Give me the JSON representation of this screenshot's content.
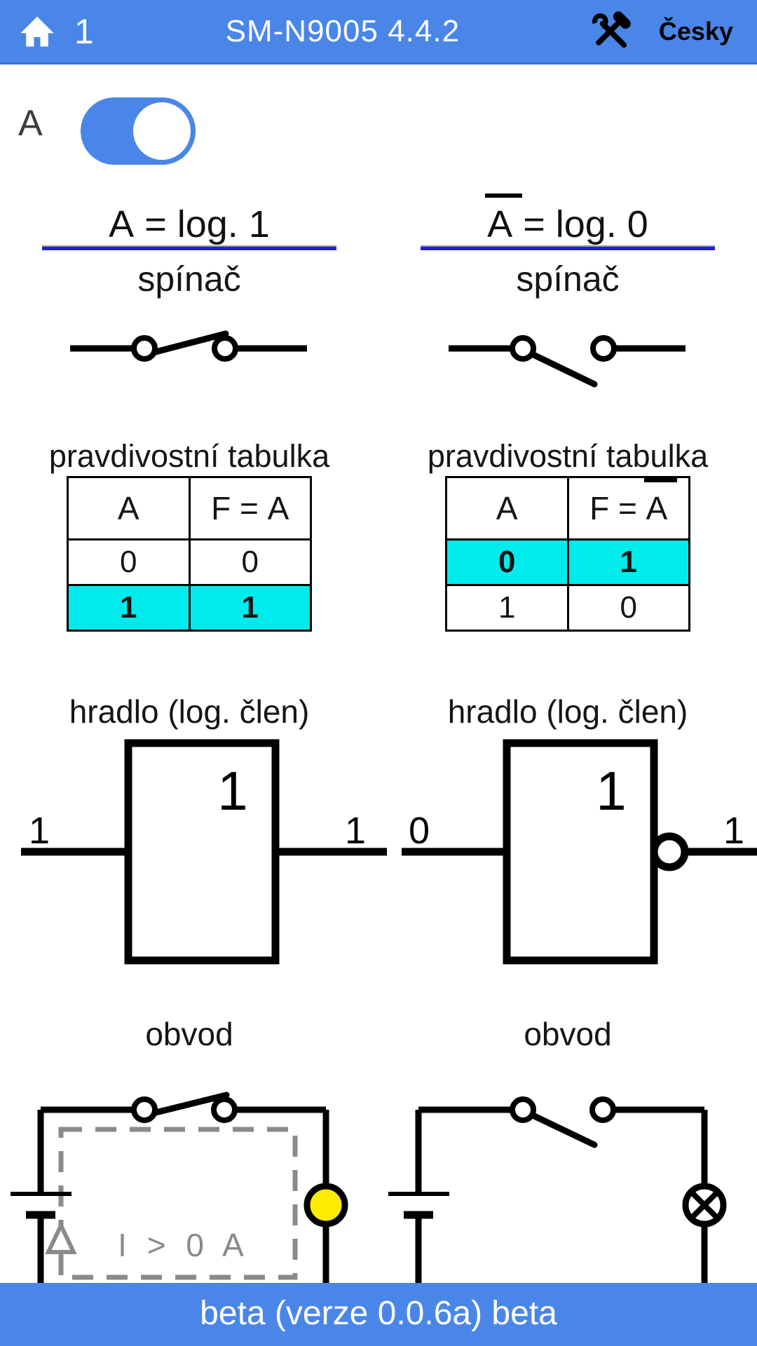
{
  "header": {
    "nav_count": "1",
    "title": "SM-N9005 4.4.2",
    "language_label": "Česky",
    "icons": {
      "home": "home-icon",
      "tools": "crossed-tools-icon"
    }
  },
  "input_toggle": {
    "label": "A",
    "state": "on"
  },
  "columns": [
    {
      "heading_var": "A",
      "heading_rest": " = log. 1",
      "heading_overline": false,
      "switch_title": "spínač",
      "switch_state": "closed",
      "truth_table": {
        "title": "pravdivostní tabulka",
        "col1_header": "A",
        "col2_header_prefix": "F = ",
        "col2_header_var": "A",
        "col2_overline": false,
        "rows": [
          {
            "cells": [
              "0",
              "0"
            ],
            "highlighted": false
          },
          {
            "cells": [
              "1",
              "1"
            ],
            "highlighted": true
          }
        ]
      },
      "gate": {
        "title": "hradlo (log. člen)",
        "type": "buffer",
        "symbol": "1",
        "input_label": "1",
        "output_label": "1"
      },
      "circuit": {
        "title": "obvod",
        "switch_state": "closed",
        "lamp": "on",
        "current_label": "I > 0 A"
      }
    },
    {
      "heading_var": "A",
      "heading_rest": " = log. 0",
      "heading_overline": true,
      "switch_title": "spínač",
      "switch_state": "open",
      "truth_table": {
        "title": "pravdivostní tabulka",
        "col1_header": "A",
        "col2_header_prefix": "F = ",
        "col2_header_var": "A",
        "col2_overline": true,
        "rows": [
          {
            "cells": [
              "0",
              "1"
            ],
            "highlighted": true
          },
          {
            "cells": [
              "1",
              "0"
            ],
            "highlighted": false
          }
        ]
      },
      "gate": {
        "title": "hradlo (log. člen)",
        "type": "not",
        "symbol": "1",
        "input_label": "0",
        "output_label": "1"
      },
      "circuit": {
        "title": "obvod",
        "switch_state": "open",
        "lamp": "off",
        "current_label": null
      }
    }
  ],
  "footer": {
    "text": "beta (verze 0.0.6a) beta"
  },
  "colors": {
    "accent_blue": "#4a86e8",
    "highlight_cyan": "#00ecec",
    "underline_blue": "#2222cc",
    "lamp_yellow": "#ffec00",
    "muted_gray": "#8a8a8a"
  }
}
